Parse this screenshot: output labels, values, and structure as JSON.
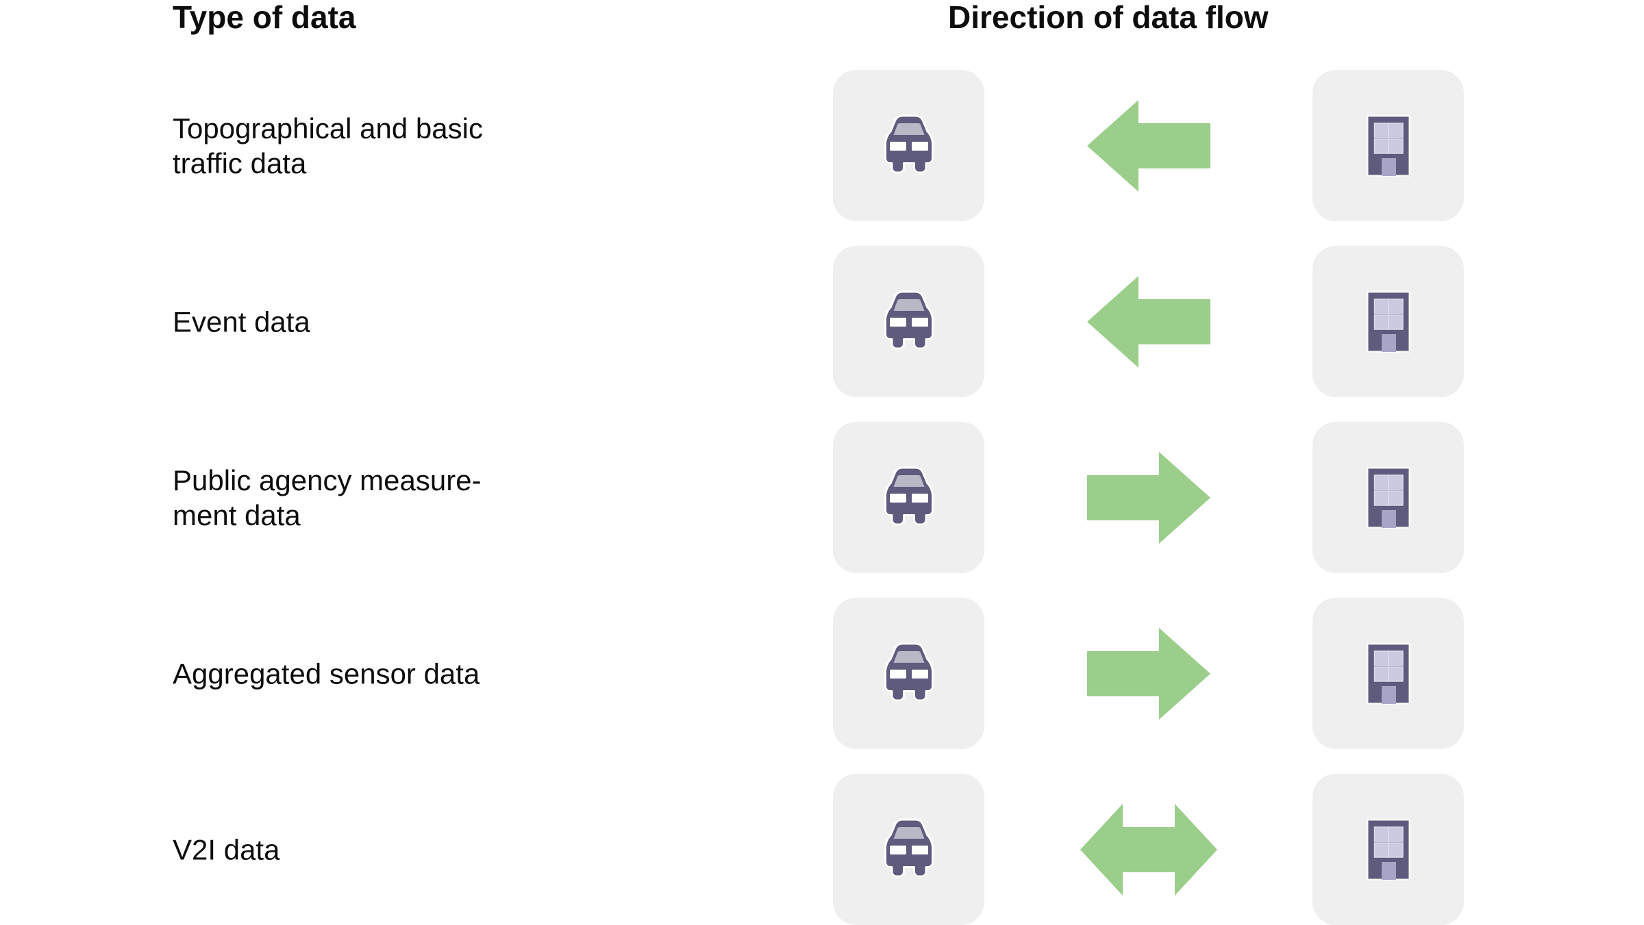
{
  "headers": {
    "type_of_data": "Type of data",
    "direction_of_data_flow": "Direction of data flow"
  },
  "colors": {
    "arrow_green": "#9ACE8A",
    "tile_background": "#EFEFEF",
    "icon_dark": "#5E5B7D",
    "icon_window": "#CBC9E0",
    "icon_door": "#A7A5C6",
    "icon_windshield": "#B9B8C6",
    "icon_headlight": "#FFFFFF",
    "text": "#0D0D0D",
    "page_background": "#FFFFFF"
  },
  "icons": {
    "vehicle": "car-icon",
    "agency": "building-icon",
    "arrow_left": "arrow-left-icon",
    "arrow_right": "arrow-right-icon",
    "arrow_bidirectional": "arrow-bidirectional-icon"
  },
  "rows": [
    {
      "label": "Topographical and basic\ntraffic data",
      "left_icon": "car-icon",
      "right_icon": "building-icon",
      "direction": "left",
      "direction_text": "from public agency to vehicle"
    },
    {
      "label": "Event data",
      "left_icon": "car-icon",
      "right_icon": "building-icon",
      "direction": "left",
      "direction_text": "from public agency to vehicle"
    },
    {
      "label": "Public agency measure-\nment data",
      "left_icon": "car-icon",
      "right_icon": "building-icon",
      "direction": "right",
      "direction_text": "from vehicle to public agency"
    },
    {
      "label": "Aggregated sensor data",
      "left_icon": "car-icon",
      "right_icon": "building-icon",
      "direction": "right",
      "direction_text": "from vehicle to public agency"
    },
    {
      "label": "V2I data",
      "left_icon": "car-icon",
      "right_icon": "building-icon",
      "direction": "both",
      "direction_text": "bidirectional"
    }
  ],
  "layout": {
    "row_tops": [
      102,
      359,
      616,
      873,
      1130
    ],
    "label_tops": [
      102,
      359,
      616,
      873,
      1130
    ]
  }
}
